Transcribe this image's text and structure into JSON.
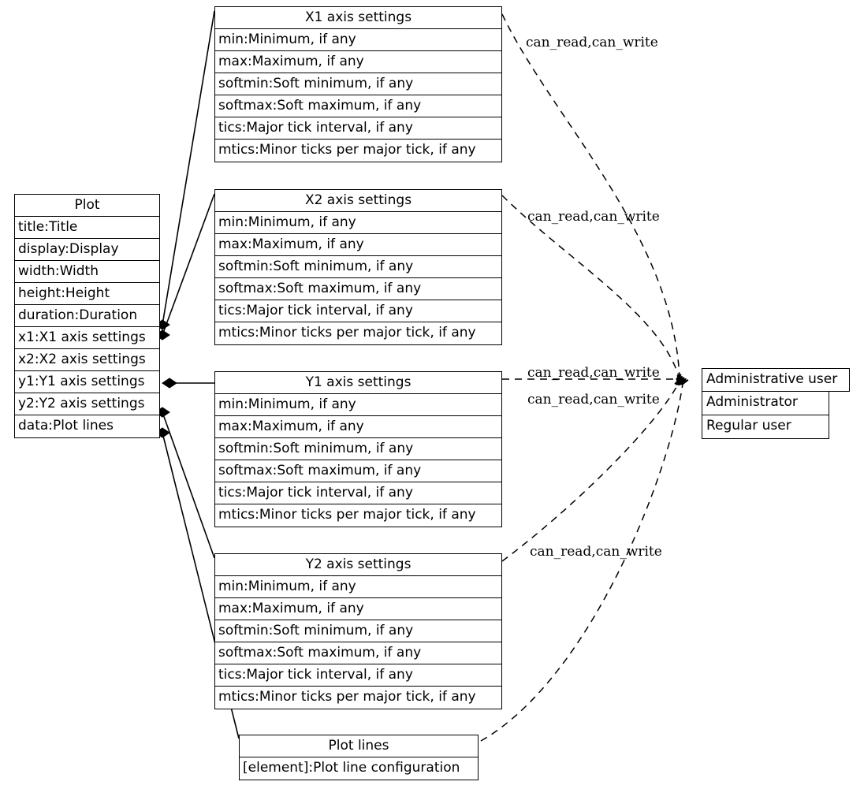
{
  "diagram": {
    "kind": "uml-class-diagram",
    "background": "#ffffff",
    "stroke": "#000000"
  },
  "classes": {
    "plot": {
      "title": "Plot",
      "attributes": [
        "title:Title",
        "display:Display",
        "width:Width",
        "height:Height",
        "duration:Duration",
        "x1:X1 axis settings",
        "x2:X2 axis settings",
        "y1:Y1 axis settings",
        "y2:Y2 axis settings",
        "data:Plot lines"
      ]
    },
    "x1": {
      "title": "X1 axis settings",
      "attributes": [
        "min:Minimum, if any",
        "max:Maximum, if any",
        "softmin:Soft minimum, if any",
        "softmax:Soft maximum, if any",
        "tics:Major tick interval, if any",
        "mtics:Minor ticks per major tick, if any"
      ]
    },
    "x2": {
      "title": "X2 axis settings",
      "attributes": [
        "min:Minimum, if any",
        "max:Maximum, if any",
        "softmin:Soft minimum, if any",
        "softmax:Soft maximum, if any",
        "tics:Major tick interval, if any",
        "mtics:Minor ticks per major tick, if any"
      ]
    },
    "y1": {
      "title": "Y1 axis settings",
      "attributes": [
        "min:Minimum, if any",
        "max:Maximum, if any",
        "softmin:Soft minimum, if any",
        "softmax:Soft maximum, if any",
        "tics:Major tick interval, if any",
        "mtics:Minor ticks per major tick, if any"
      ]
    },
    "y2": {
      "title": "Y2 axis settings",
      "attributes": [
        "min:Minimum, if any",
        "max:Maximum, if any",
        "softmin:Soft minimum, if any",
        "softmax:Soft maximum, if any",
        "tics:Major tick interval, if any",
        "mtics:Minor ticks per major tick, if any"
      ]
    },
    "plotlines": {
      "title": "Plot lines",
      "attributes": [
        "[element]:Plot line configuration"
      ]
    },
    "admin": {
      "title": "Administrative user",
      "rows": [
        "Administrator",
        "Regular user"
      ]
    }
  },
  "edges": {
    "labels": [
      "can_read,can_write",
      "can_read,can_write",
      "can_read,can_write",
      "can_read,can_write",
      "can_read,can_write"
    ]
  }
}
